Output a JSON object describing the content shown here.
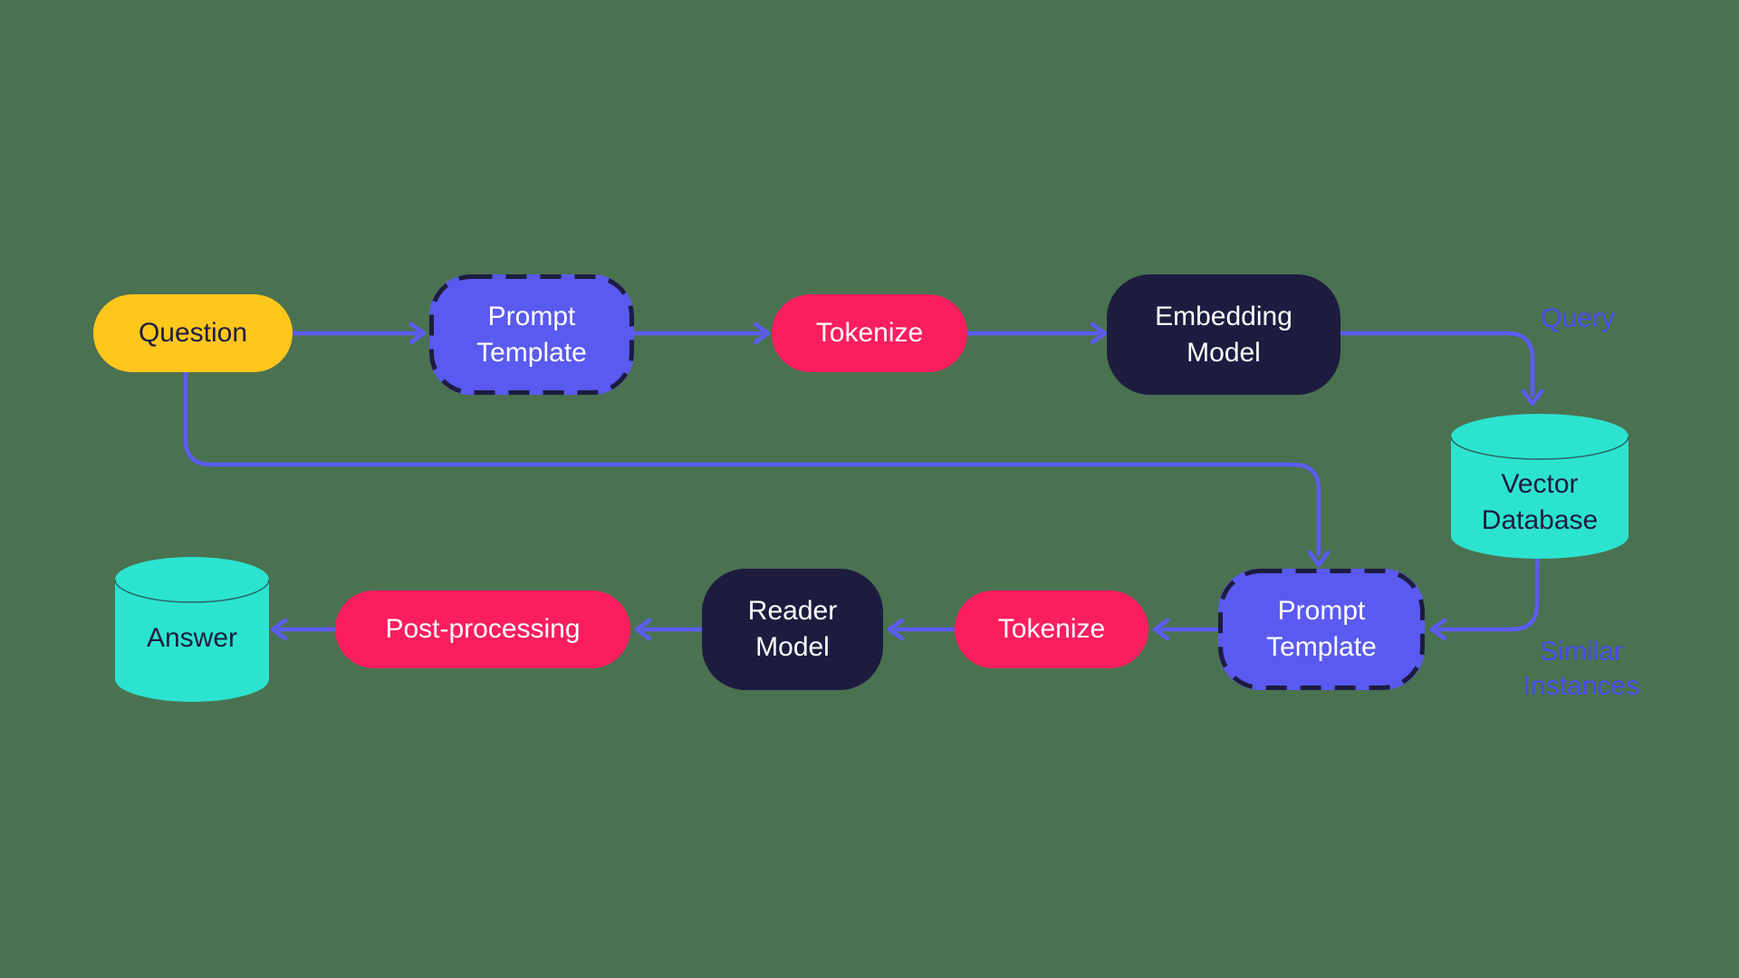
{
  "colors": {
    "bg": "#4A7150",
    "yellow": "#FFC61C",
    "blue": "#5A5AF0",
    "pink": "#FB1E5E",
    "navy": "#1D1C3F",
    "teal": "#2CE3D0",
    "edge": "#5C5CF6",
    "label": "#4B49F0"
  },
  "nodes": {
    "question": {
      "label": "Question"
    },
    "prompt_template_top": {
      "label": "Prompt\nTemplate"
    },
    "tokenize_top": {
      "label": "Tokenize"
    },
    "embedding_model": {
      "label": "Embedding\nModel"
    },
    "vector_database": {
      "label": "Vector\nDatabase"
    },
    "prompt_template_bottom": {
      "label": "Prompt\nTemplate"
    },
    "tokenize_bottom": {
      "label": "Tokenize"
    },
    "reader_model": {
      "label": "Reader\nModel"
    },
    "post_processing": {
      "label": "Post-processing"
    },
    "answer": {
      "label": "Answer"
    }
  },
  "edge_labels": {
    "query": "Query",
    "similar_instances": "Similar\nInstances"
  }
}
